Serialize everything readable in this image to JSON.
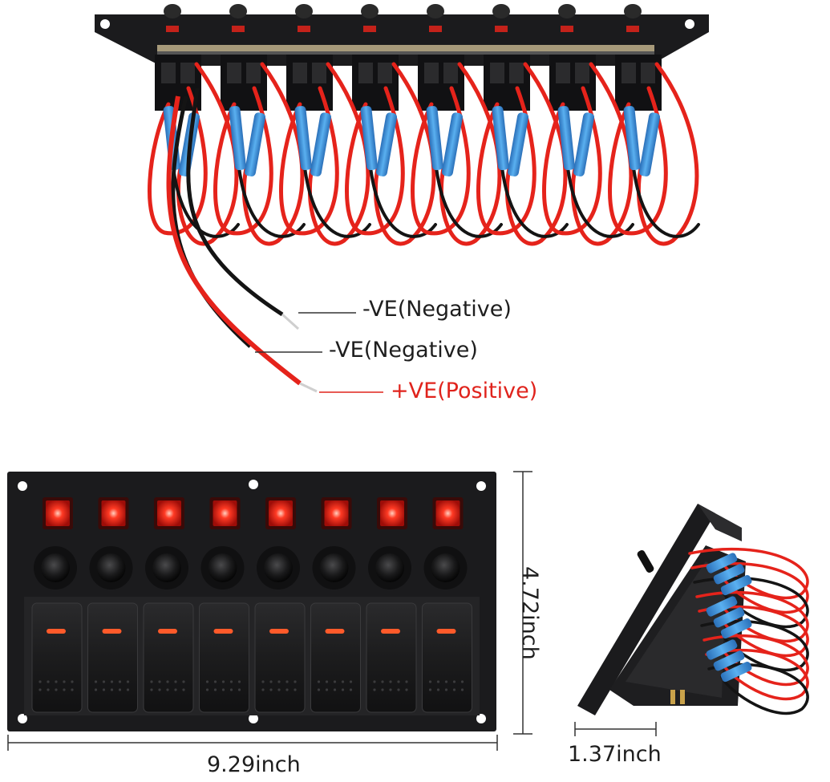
{
  "wire_labels": {
    "negative_1": "-VE(Negative)",
    "negative_2": "-VE(Negative)",
    "positive": "+VE(Positive)"
  },
  "dimensions": {
    "width": "9.29inch",
    "height": "4.72inch",
    "depth": "1.37inch"
  },
  "panel": {
    "switch_count": 8
  },
  "colors": {
    "panel": "#1b1b1d",
    "led_red": "#e8261c",
    "wire_red": "#e5231b",
    "wire_black": "#141414",
    "terminal_blue": "#3d8fd6",
    "positive_label": "#e0231c"
  }
}
